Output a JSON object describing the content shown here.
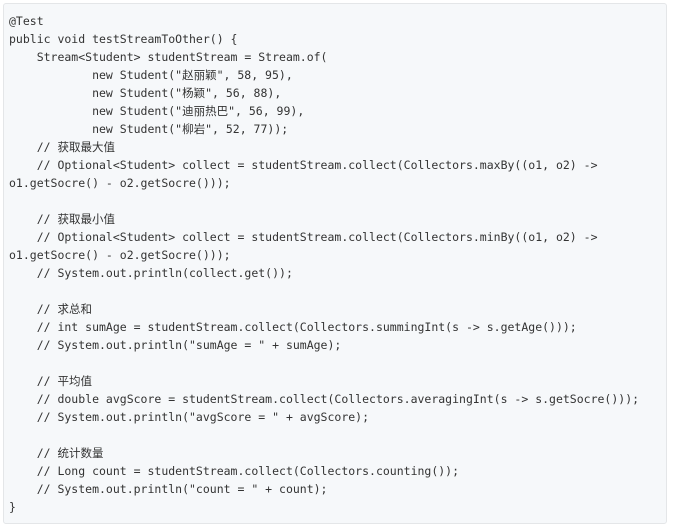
{
  "code": {
    "lines": [
      "@Test",
      "public void testStreamToOther() {",
      "    Stream<Student> studentStream = Stream.of(",
      "            new Student(\"赵丽颖\", 58, 95),",
      "            new Student(\"杨颖\", 56, 88),",
      "            new Student(\"迪丽热巴\", 56, 99),",
      "            new Student(\"柳岩\", 52, 77));",
      "    // 获取最大值",
      "    // Optional<Student> collect = studentStream.collect(Collectors.maxBy((o1, o2) ->",
      "o1.getSocre() - o2.getSocre()));",
      "",
      "    // 获取最小值",
      "    // Optional<Student> collect = studentStream.collect(Collectors.minBy((o1, o2) ->",
      "o1.getSocre() - o2.getSocre()));",
      "    // System.out.println(collect.get());",
      "",
      "    // 求总和",
      "    // int sumAge = studentStream.collect(Collectors.summingInt(s -> s.getAge()));",
      "    // System.out.println(\"sumAge = \" + sumAge);",
      "",
      "    // 平均值",
      "    // double avgScore = studentStream.collect(Collectors.averagingInt(s -> s.getSocre()));",
      "    // System.out.println(\"avgScore = \" + avgScore);",
      "",
      "    // 统计数量",
      "    // Long count = studentStream.collect(Collectors.counting());",
      "    // System.out.println(\"count = \" + count);",
      "}"
    ]
  }
}
